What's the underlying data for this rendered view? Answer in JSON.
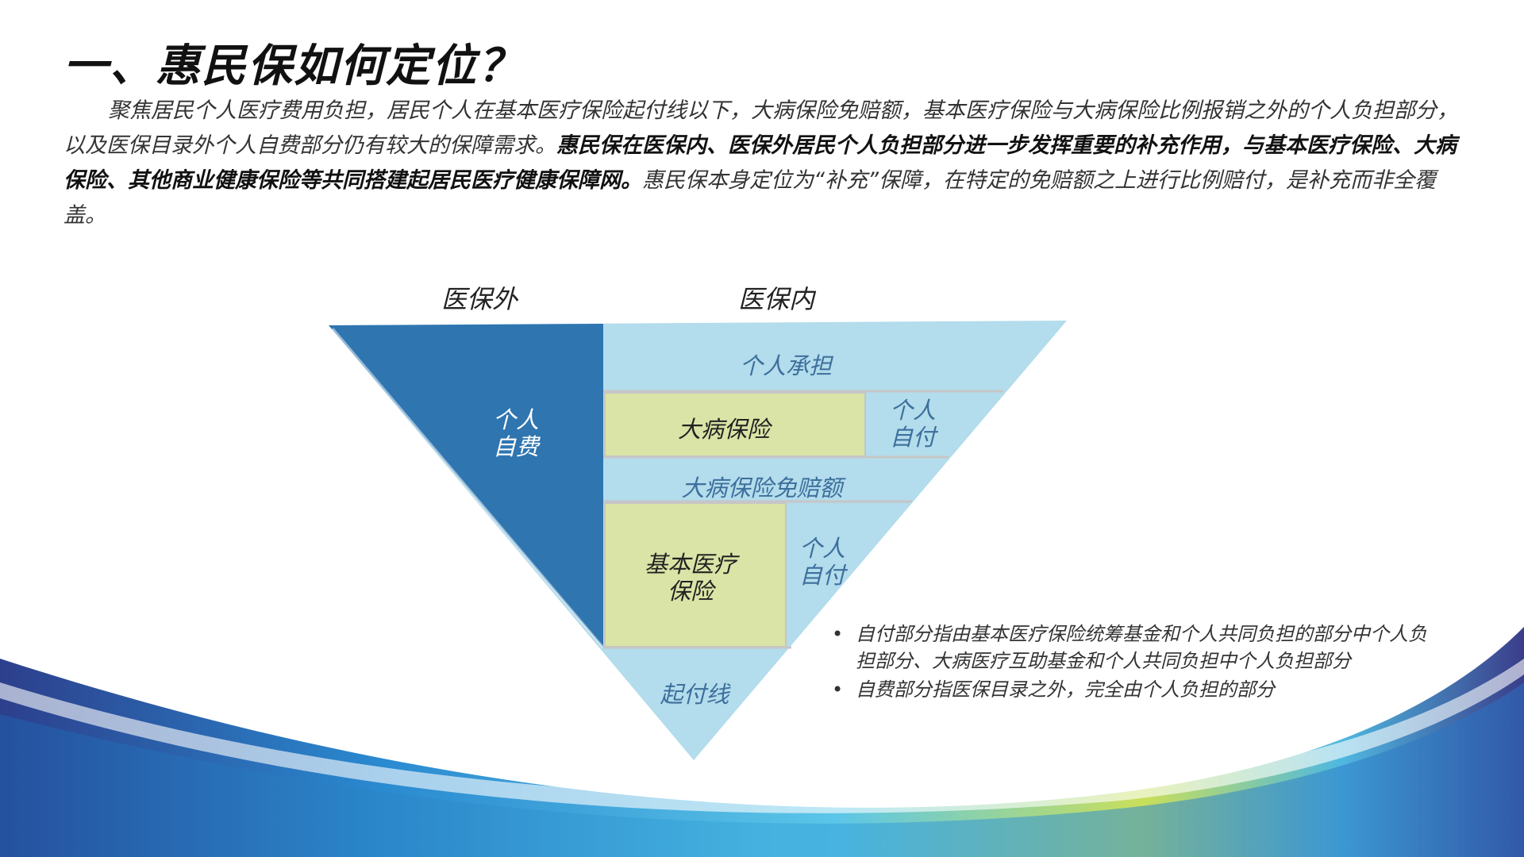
{
  "title": "一、惠民保如何定位？",
  "intro": {
    "part1": "聚焦居民个人医疗费用负担，居民个人在基本医疗保险起付线以下，大病保险免赔额，基本医疗保险与大病保险比例报销之外的个人负担部分，以及医保目录外个人自费部分仍有较大的保障需求。",
    "bold": "惠民保在医保内、医保外居民个人负担部分进一步发挥重要的补充作用，与基本医疗保险、大病保险、其他商业健康保险等共同搭建起居民医疗健康保障网。",
    "part2": "惠民保本身定位为“补充”保障，在特定的免赔额之上进行比例赔付，是补充而非全覆盖。"
  },
  "diagram": {
    "outside_label": "医保外",
    "inside_label": "医保内",
    "segments": {
      "self_pay_outside": [
        "个人",
        "自费"
      ],
      "personal_burden": "个人承担",
      "serious_illness": "大病保险",
      "copay_upper": [
        "个人",
        "自付"
      ],
      "deductible": "大病保险免赔额",
      "basic_insurance": [
        "基本医疗",
        "保险"
      ],
      "copay_lower": [
        "个人",
        "自付"
      ],
      "threshold": "起付线"
    },
    "colors": {
      "dark_blue": "#2f75b0",
      "light_blue": "#b3dcec",
      "light_green": "#d9e4a6",
      "label_blue": "#3d6f9c"
    }
  },
  "notes": [
    "自付部分指由基本医疗保险统筹基金和个人共同负担的部分中个人负担部分、大病医疗互助基金和个人共同负担中个人负担部分",
    "自费部分指医保目录之外，完全由个人负担的部分"
  ]
}
